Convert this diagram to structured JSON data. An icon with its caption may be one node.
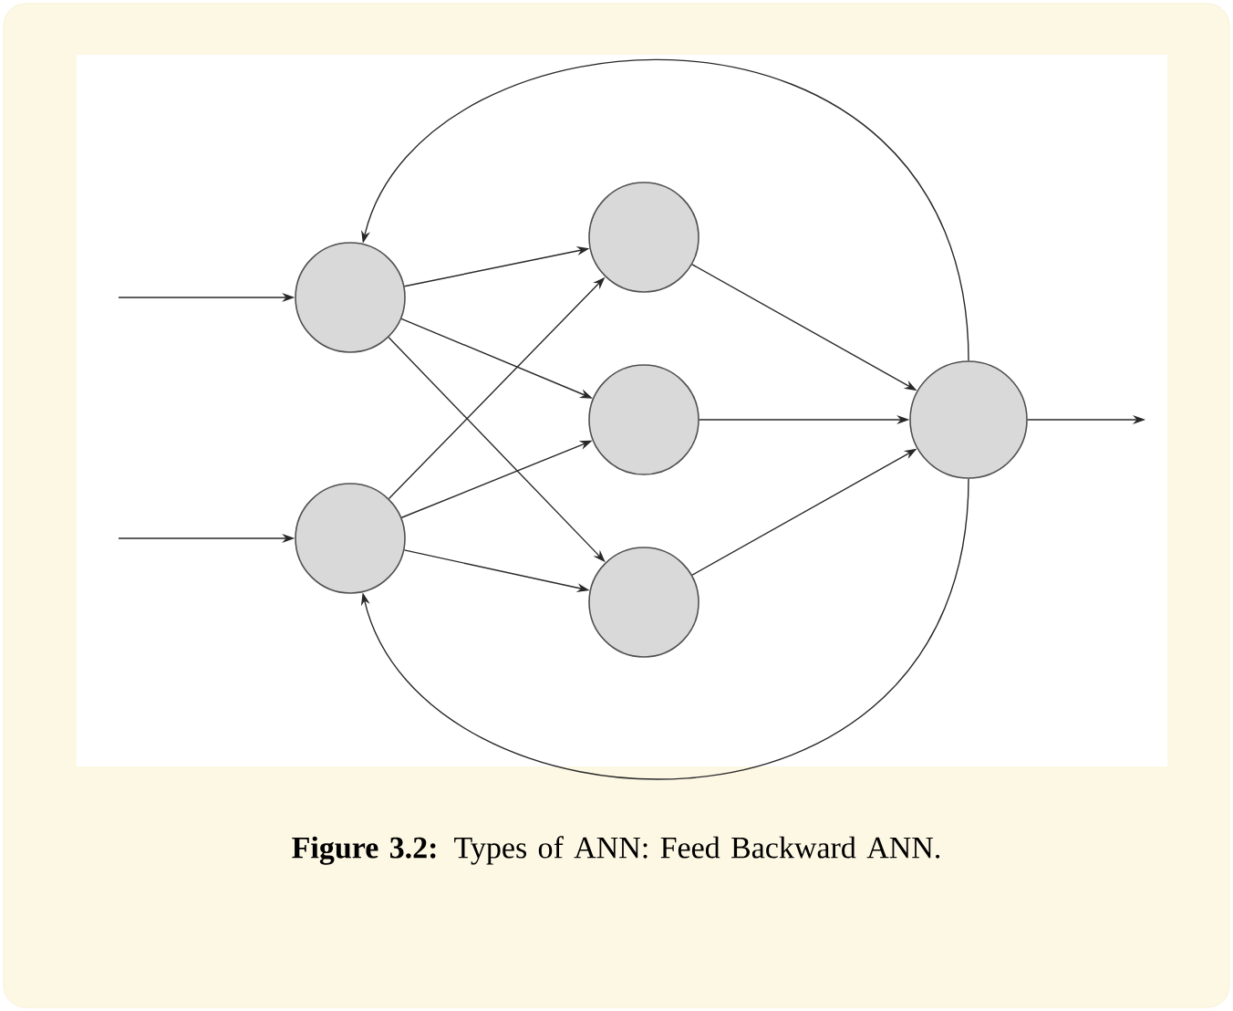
{
  "diagram": {
    "caption": "**Figure 3.2:** Types of ANN: Feed Backward ANN.",
    "nodes": [
      {
        "text": [],
        "shape": "circle"
      },
      {
        "text": [],
        "shape": "circle"
      },
      {
        "text": [],
        "shape": "circle"
      },
      {
        "text": [],
        "shape": "circle"
      },
      {
        "text": [],
        "shape": "circle"
      },
      {
        "text": [],
        "shape": "circle"
      }
    ],
    "edges": [
      {
        "from": null,
        "to": 0,
        "arrow": "to"
      },
      {
        "from": null,
        "to": 1,
        "arrow": "to"
      },
      {
        "from": 0,
        "to": 2,
        "arrow": "to"
      },
      {
        "from": 0,
        "to": 3,
        "arrow": "to"
      },
      {
        "from": 0,
        "to": 4,
        "arrow": "to"
      },
      {
        "from": 1,
        "to": 2,
        "arrow": "to"
      },
      {
        "from": 1,
        "to": 3,
        "arrow": "to"
      },
      {
        "from": 1,
        "to": 4,
        "arrow": "to"
      },
      {
        "from": 2,
        "to": 5,
        "arrow": "to"
      },
      {
        "from": 3,
        "to": 5,
        "arrow": "to"
      },
      {
        "from": 4,
        "to": 5,
        "arrow": "to"
      },
      {
        "from": 5,
        "to": null,
        "arrow": "to"
      },
      {
        "from": 5,
        "to": 0,
        "arrow": "to"
      },
      {
        "from": 5,
        "to": 1,
        "arrow": "to"
      }
    ]
  }
}
